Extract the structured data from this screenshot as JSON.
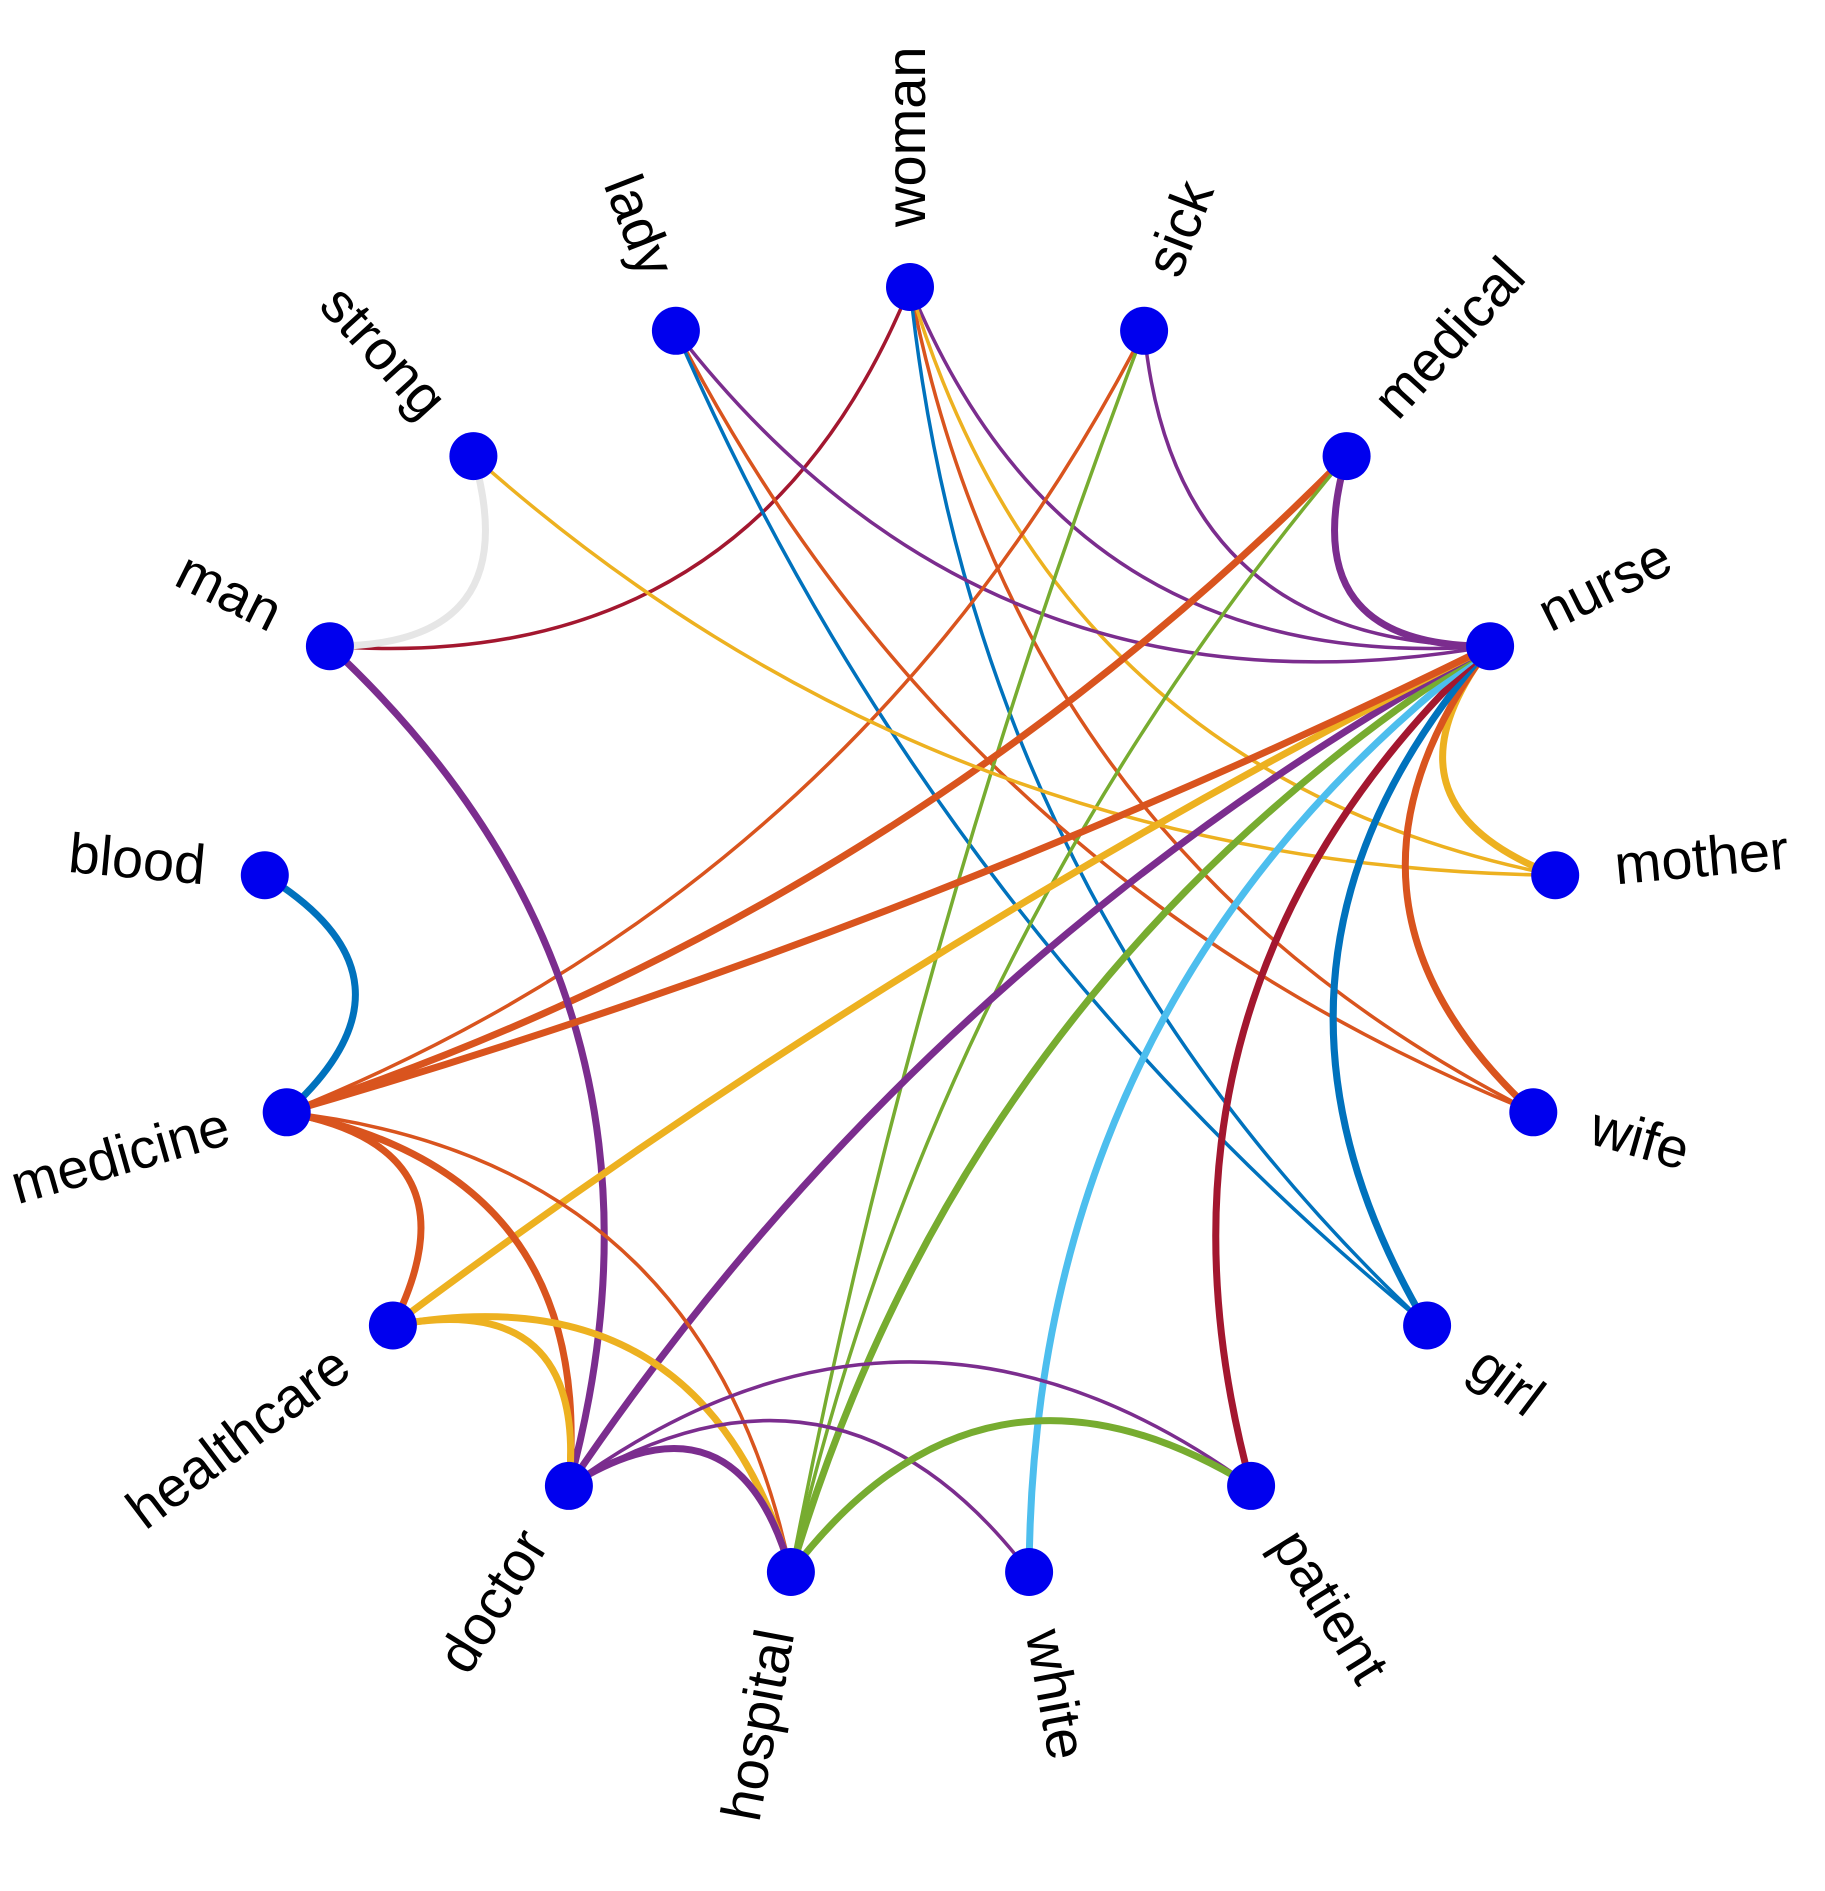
{
  "diagram": {
    "type": "chord-network",
    "node_color": "#0000ee",
    "colors": {
      "purple": "#7b2d8e",
      "crimson": "#a3172f",
      "orange": "#d9541e",
      "yellow": "#edb120",
      "green": "#77ac30",
      "blue": "#0072bd",
      "lightblue": "#4dbeee",
      "gray": "#e6e6e6"
    },
    "nodes": [
      {
        "id": "woman",
        "label": "woman"
      },
      {
        "id": "sick",
        "label": "sick"
      },
      {
        "id": "medical",
        "label": "medical"
      },
      {
        "id": "nurse",
        "label": "nurse"
      },
      {
        "id": "mother",
        "label": "mother"
      },
      {
        "id": "wife",
        "label": "wife"
      },
      {
        "id": "girl",
        "label": "girl"
      },
      {
        "id": "patient",
        "label": "patient"
      },
      {
        "id": "white",
        "label": "white"
      },
      {
        "id": "hospital",
        "label": "hospital"
      },
      {
        "id": "doctor",
        "label": "doctor"
      },
      {
        "id": "healthcare",
        "label": "healthcare"
      },
      {
        "id": "medicine",
        "label": "medicine"
      },
      {
        "id": "blood",
        "label": "blood"
      },
      {
        "id": "man",
        "label": "man"
      },
      {
        "id": "strong",
        "label": "strong"
      },
      {
        "id": "lady",
        "label": "lady"
      }
    ],
    "edges": [
      {
        "source": "woman",
        "target": "nurse",
        "color": "purple",
        "weight": 3
      },
      {
        "source": "woman",
        "target": "man",
        "color": "crimson",
        "weight": 2
      },
      {
        "source": "woman",
        "target": "wife",
        "color": "orange",
        "weight": 2
      },
      {
        "source": "woman",
        "target": "mother",
        "color": "yellow",
        "weight": 2
      },
      {
        "source": "woman",
        "target": "girl",
        "color": "blue",
        "weight": 2
      },
      {
        "source": "lady",
        "target": "nurse",
        "color": "purple",
        "weight": 2
      },
      {
        "source": "lady",
        "target": "wife",
        "color": "orange",
        "weight": 2
      },
      {
        "source": "lady",
        "target": "girl",
        "color": "blue",
        "weight": 2
      },
      {
        "source": "sick",
        "target": "nurse",
        "color": "purple",
        "weight": 2
      },
      {
        "source": "sick",
        "target": "medicine",
        "color": "orange",
        "weight": 2
      },
      {
        "source": "sick",
        "target": "hospital",
        "color": "green",
        "weight": 2
      },
      {
        "source": "medical",
        "target": "nurse",
        "color": "purple",
        "weight": 4
      },
      {
        "source": "medical",
        "target": "medicine",
        "color": "orange",
        "weight": 4
      },
      {
        "source": "medical",
        "target": "hospital",
        "color": "green",
        "weight": 2
      },
      {
        "source": "strong",
        "target": "man",
        "color": "gray",
        "weight": 4
      },
      {
        "source": "strong",
        "target": "mother",
        "color": "yellow",
        "weight": 2
      },
      {
        "source": "man",
        "target": "doctor",
        "color": "purple",
        "weight": 4
      },
      {
        "source": "blood",
        "target": "medicine",
        "color": "blue",
        "weight": 4
      },
      {
        "source": "nurse",
        "target": "mother",
        "color": "yellow",
        "weight": 4
      },
      {
        "source": "nurse",
        "target": "wife",
        "color": "orange",
        "weight": 4
      },
      {
        "source": "nurse",
        "target": "girl",
        "color": "blue",
        "weight": 4
      },
      {
        "source": "nurse",
        "target": "patient",
        "color": "crimson",
        "weight": 4
      },
      {
        "source": "nurse",
        "target": "white",
        "color": "lightblue",
        "weight": 4
      },
      {
        "source": "nurse",
        "target": "hospital",
        "color": "green",
        "weight": 4
      },
      {
        "source": "nurse",
        "target": "doctor",
        "color": "purple",
        "weight": 4
      },
      {
        "source": "nurse",
        "target": "healthcare",
        "color": "yellow",
        "weight": 4
      },
      {
        "source": "nurse",
        "target": "medicine",
        "color": "orange",
        "weight": 4
      },
      {
        "source": "medicine",
        "target": "healthcare",
        "color": "orange",
        "weight": 4
      },
      {
        "source": "medicine",
        "target": "doctor",
        "color": "orange",
        "weight": 4
      },
      {
        "source": "medicine",
        "target": "hospital",
        "color": "orange",
        "weight": 2
      },
      {
        "source": "healthcare",
        "target": "doctor",
        "color": "yellow",
        "weight": 4
      },
      {
        "source": "healthcare",
        "target": "hospital",
        "color": "yellow",
        "weight": 4
      },
      {
        "source": "doctor",
        "target": "hospital",
        "color": "purple",
        "weight": 4
      },
      {
        "source": "doctor",
        "target": "white",
        "color": "purple",
        "weight": 2
      },
      {
        "source": "doctor",
        "target": "patient",
        "color": "purple",
        "weight": 2
      },
      {
        "source": "hospital",
        "target": "patient",
        "color": "green",
        "weight": 4
      }
    ]
  }
}
